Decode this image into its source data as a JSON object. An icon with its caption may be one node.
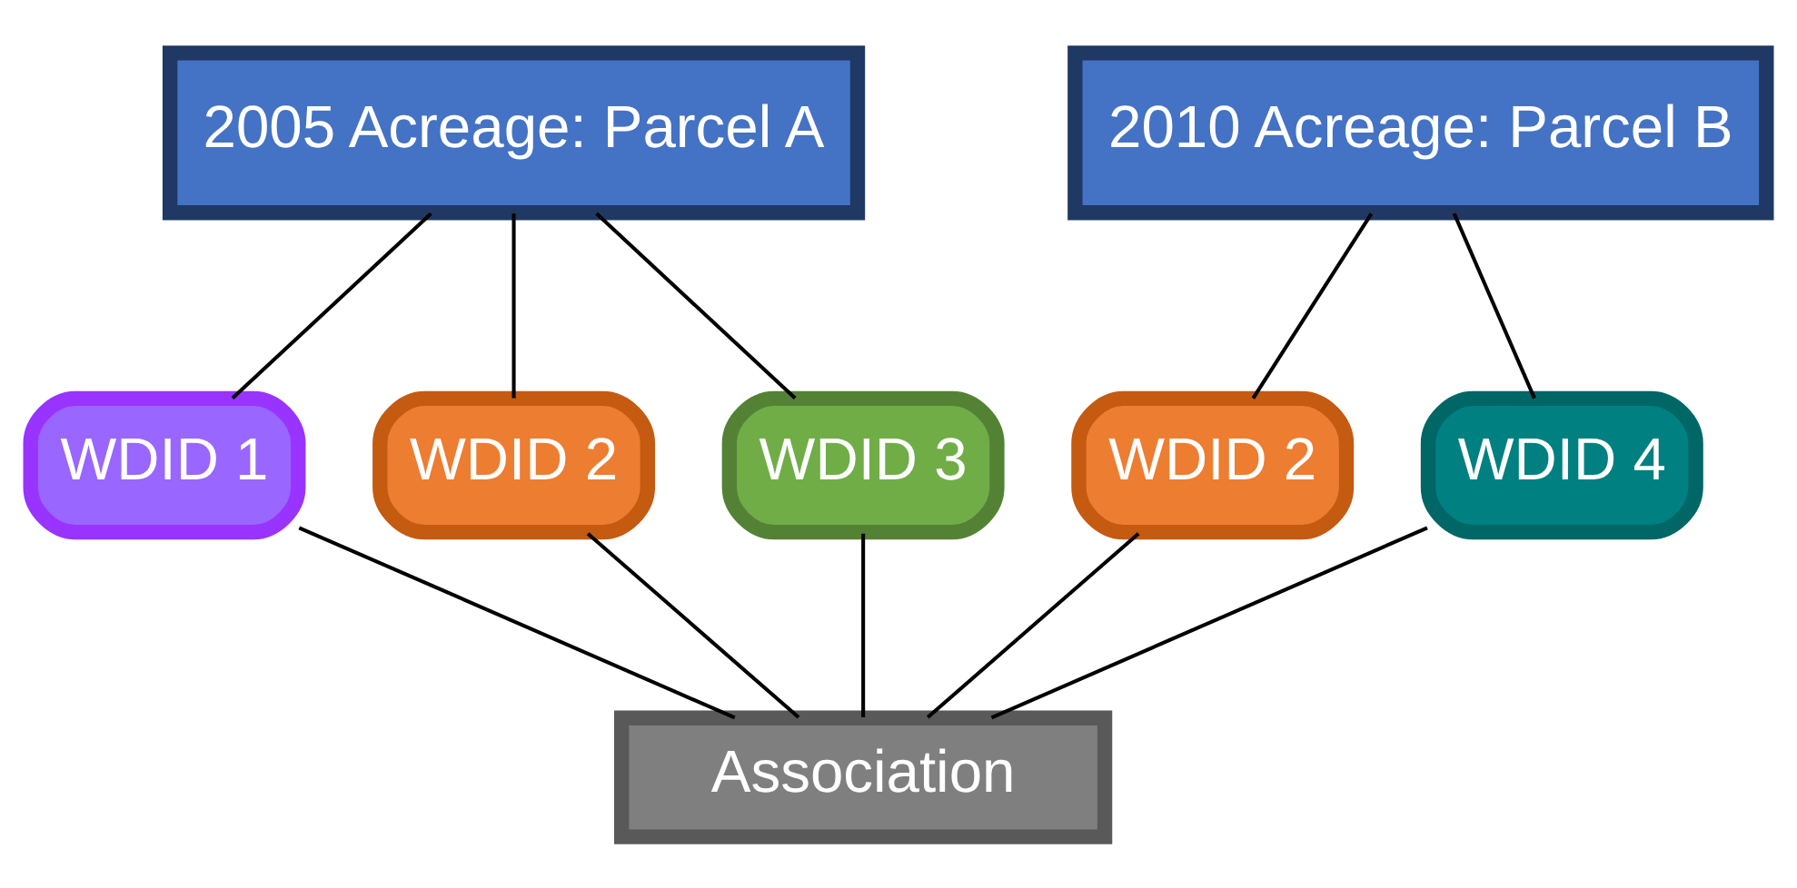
{
  "diagram": {
    "nodes": [
      {
        "text": [
          "2005 Acreage: Parcel A"
        ]
      },
      {
        "text": [
          "2010 Acreage: Parcel B"
        ]
      },
      {
        "text": [
          "WDID 1"
        ]
      },
      {
        "text": [
          "WDID 2"
        ]
      },
      {
        "text": [
          "WDID 3"
        ]
      },
      {
        "text": [
          "WDID 2"
        ]
      },
      {
        "text": [
          "WDID 4"
        ]
      },
      {
        "text": [
          "Association"
        ]
      }
    ],
    "edges": [
      {
        "from": 0,
        "to": 2,
        "arrow": "none"
      },
      {
        "from": 0,
        "to": 3,
        "arrow": "none"
      },
      {
        "from": 0,
        "to": 4,
        "arrow": "none"
      },
      {
        "from": 1,
        "to": 5,
        "arrow": "none"
      },
      {
        "from": 1,
        "to": 6,
        "arrow": "none"
      },
      {
        "from": 2,
        "to": 7,
        "arrow": "none"
      },
      {
        "from": 3,
        "to": 7,
        "arrow": "none"
      },
      {
        "from": 4,
        "to": 7,
        "arrow": "none"
      },
      {
        "from": 5,
        "to": 7,
        "arrow": "none"
      },
      {
        "from": 6,
        "to": 7,
        "arrow": "none"
      }
    ]
  }
}
